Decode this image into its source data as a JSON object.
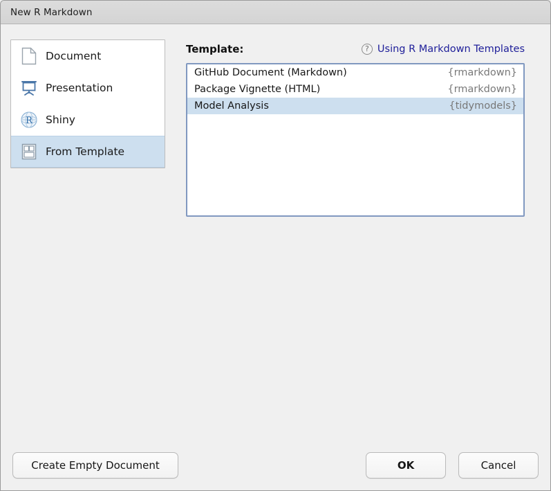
{
  "window": {
    "title": "New R Markdown"
  },
  "sidebar": {
    "items": [
      {
        "label": "Document",
        "icon": "document-icon",
        "selected": false
      },
      {
        "label": "Presentation",
        "icon": "presentation-icon",
        "selected": false
      },
      {
        "label": "Shiny",
        "icon": "shiny-r-icon",
        "selected": false
      },
      {
        "label": "From Template",
        "icon": "from-template-icon",
        "selected": true
      }
    ]
  },
  "template_panel": {
    "label": "Template:",
    "help_icon": "question-mark-icon",
    "help_link": "Using R Markdown Templates",
    "rows": [
      {
        "name": "GitHub Document (Markdown)",
        "package": "{rmarkdown}",
        "selected": false
      },
      {
        "name": "Package Vignette (HTML)",
        "package": "{rmarkdown}",
        "selected": false
      },
      {
        "name": "Model Analysis",
        "package": "{tidymodels}",
        "selected": true
      }
    ]
  },
  "footer": {
    "create_empty_label": "Create Empty Document",
    "ok_label": "OK",
    "cancel_label": "Cancel"
  },
  "colors": {
    "selection_blue": "#cddfef",
    "link_blue": "#20209a",
    "list_border": "#8098c0",
    "titlebar": "#d8d8d8",
    "body_bg": "#f0f0f0"
  }
}
